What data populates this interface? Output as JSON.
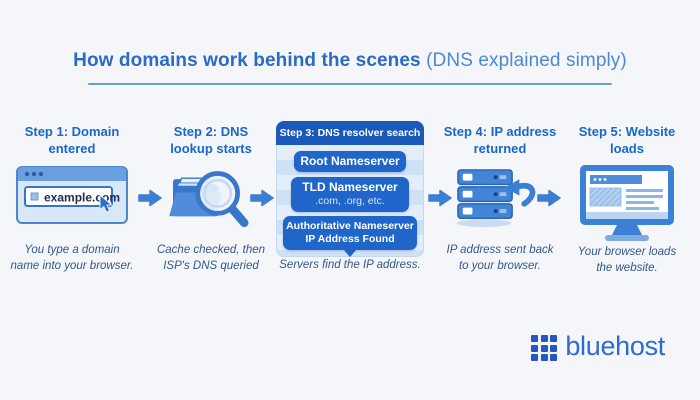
{
  "title": {
    "main": "How domains work behind the scenes",
    "sub": "(DNS explained simply)"
  },
  "steps": [
    {
      "icon": "browser-window-icon",
      "heading_line1": "Step 1: Domain",
      "heading_line2": "entered",
      "caption_line1": "You type a domain",
      "caption_line2": "name into your browser."
    },
    {
      "icon": "folder-search-icon",
      "heading_line1": "Step 2: DNS",
      "heading_line2": "lookup starts",
      "caption_line1": "Cache checked, then",
      "caption_line2": "ISP's DNS queried"
    },
    {
      "icon": "resolver-panel",
      "heading": "Step 3: DNS resolver search",
      "caption": "Servers find the IP address."
    },
    {
      "icon": "server-stack-icon",
      "heading_line1": "Step 4: IP address",
      "heading_line2": "returned",
      "caption_line1": "IP address sent back",
      "caption_line2": "to your browser."
    },
    {
      "icon": "monitor-icon",
      "heading_line1": "Step 5: Website",
      "heading_line2": "loads",
      "caption_line1": "Your browser loads",
      "caption_line2": "the website."
    }
  ],
  "browser": {
    "url": "example.com"
  },
  "resolver": {
    "boxes": [
      {
        "title": "Root Nameserver"
      },
      {
        "title": "TLD Nameserver",
        "subtitle": ".com, .org, etc."
      },
      {
        "title": "Authoritative Nameserver",
        "subtitle": "IP Address Found"
      }
    ]
  },
  "logo": {
    "text": "bluehost"
  },
  "colors": {
    "background": "#f4f6fa",
    "accent_blue": "#2e6fc9",
    "arrow_blue": "#3b7ed2",
    "dark_header_blue": "#1a58ba",
    "ns_box_blue": "#2065ca",
    "title_blue": "#2b6ac6",
    "caption_blue": "#35568a",
    "logo_blue": "#2e6bd0"
  }
}
